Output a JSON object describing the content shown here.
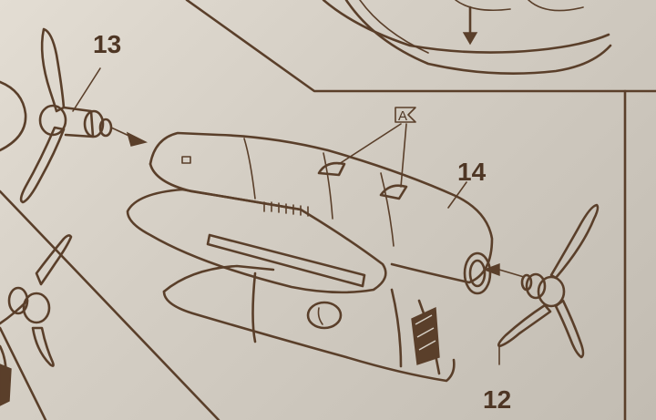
{
  "callouts": {
    "propeller_left": "13",
    "body_part": "14",
    "propeller_right": "12"
  },
  "reference_tag": "A",
  "colors": {
    "ink": "#5a3f2a",
    "paper": "#d6d0c6"
  }
}
